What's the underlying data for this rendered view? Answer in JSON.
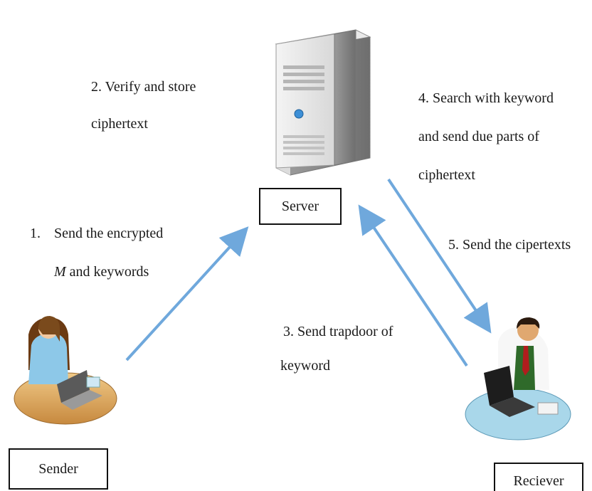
{
  "server": {
    "label": "Server"
  },
  "sender": {
    "label": "Sender"
  },
  "receiver": {
    "label": "Reciever"
  },
  "steps": {
    "step1": {
      "number": "1.",
      "line1": "Send the encrypted",
      "line2_m": "M",
      "line2_rest": " and keywords"
    },
    "step2": {
      "line1": "2. Verify and store",
      "line2": "ciphertext"
    },
    "step3": {
      "line1": "3. Send trapdoor of",
      "line2": "keyword"
    },
    "step4": {
      "line1": "4. Search with keyword",
      "line2": "and send due parts of",
      "line3": "ciphertext"
    },
    "step5": {
      "line1": "5. Send the cipertexts"
    }
  },
  "colors": {
    "arrow": "#6fa8dc"
  }
}
